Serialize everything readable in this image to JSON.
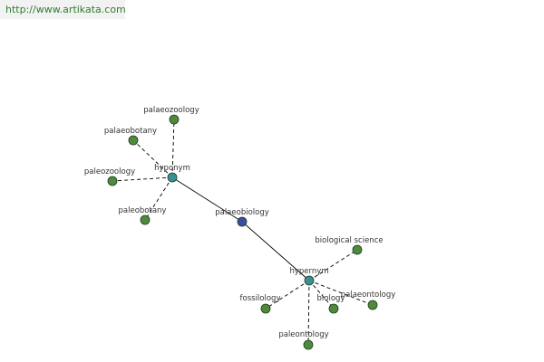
{
  "banner": {
    "url": "http://www.artikata.com"
  },
  "colors": {
    "center": "#3a4f9e",
    "relation": "#3a9090",
    "term": "#4f8a3c",
    "edge": "#000000",
    "label": "#333333"
  },
  "graph": {
    "nodes": [
      {
        "id": "palaeobiology",
        "label": "palaeobiology",
        "kind": "center"
      },
      {
        "id": "hyponym",
        "label": "hyponym",
        "kind": "relation"
      },
      {
        "id": "hypernym",
        "label": "hypernym",
        "kind": "relation"
      },
      {
        "id": "palaeozoology",
        "label": "palaeozoology",
        "kind": "term"
      },
      {
        "id": "palaeobotany",
        "label": "palaeobotany",
        "kind": "term"
      },
      {
        "id": "paleozoology",
        "label": "paleozoology",
        "kind": "term"
      },
      {
        "id": "paleobotany",
        "label": "paleobotany",
        "kind": "term"
      },
      {
        "id": "biological-science",
        "label": "biological science",
        "kind": "term"
      },
      {
        "id": "fossilology",
        "label": "fossilology",
        "kind": "term"
      },
      {
        "id": "biology",
        "label": "biology",
        "kind": "term"
      },
      {
        "id": "palaeontology",
        "label": "palaeontology",
        "kind": "term"
      },
      {
        "id": "paleontology",
        "label": "paleontology",
        "kind": "term"
      }
    ],
    "edges": [
      {
        "from": "palaeobiology",
        "to": "hyponym",
        "style": "solid"
      },
      {
        "from": "palaeobiology",
        "to": "hypernym",
        "style": "solid"
      },
      {
        "from": "hyponym",
        "to": "palaeozoology",
        "style": "dashed"
      },
      {
        "from": "hyponym",
        "to": "palaeobotany",
        "style": "dashed"
      },
      {
        "from": "hyponym",
        "to": "paleozoology",
        "style": "dashed"
      },
      {
        "from": "hyponym",
        "to": "paleobotany",
        "style": "dashed"
      },
      {
        "from": "hypernym",
        "to": "biological-science",
        "style": "dashed"
      },
      {
        "from": "hypernym",
        "to": "fossilology",
        "style": "dashed"
      },
      {
        "from": "hypernym",
        "to": "biology",
        "style": "dashed"
      },
      {
        "from": "hypernym",
        "to": "palaeontology",
        "style": "dashed"
      },
      {
        "from": "hypernym",
        "to": "paleontology",
        "style": "dashed"
      }
    ]
  }
}
